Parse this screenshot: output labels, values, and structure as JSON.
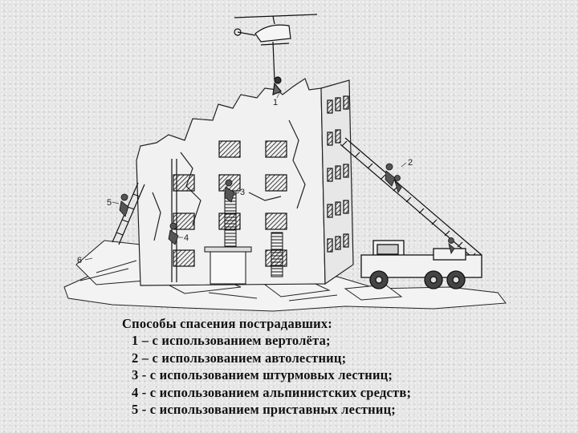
{
  "illustration": {
    "callouts": [
      "1",
      "2",
      "3",
      "4",
      "5",
      "6"
    ]
  },
  "caption": {
    "title": "Способы спасения пострадавших:",
    "items": [
      "1  – с использованием вертолёта;",
      "2  – с использованием автолестниц;",
      "3 - с использованием штурмовых лестниц;",
      "4 - с использованием альпинистских средств;",
      "5 - с использованием приставных лестниц;"
    ]
  }
}
